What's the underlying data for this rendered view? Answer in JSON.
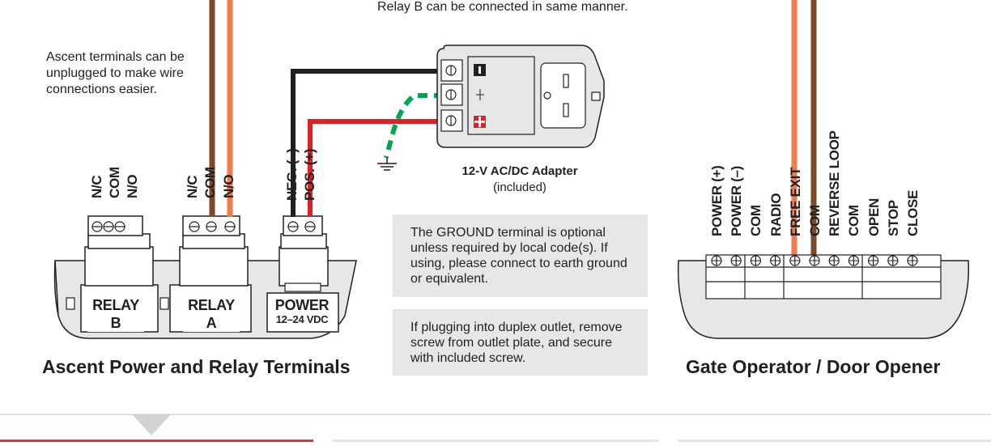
{
  "notes": {
    "relay_b": "Relay B can be connected in same manner.",
    "unplug": "Ascent terminals can be unplugged to make wire connections easier."
  },
  "adapter": {
    "title": "12-V AC/DC Adapter",
    "subtitle": "(included)"
  },
  "info_boxes": {
    "ground": "The GROUND terminal is optional unless required by local code(s). If using, please connect to earth ground or equivalent.",
    "outlet": "If plugging into duplex outlet, remove screw from outlet plate, and secure with included screw."
  },
  "ascent": {
    "caption": "Ascent Power and Relay Terminals",
    "relay_b": {
      "name": "RELAY B",
      "pins": [
        "N/C",
        "COM",
        "N/O"
      ]
    },
    "relay_a": {
      "name": "RELAY A",
      "pins": [
        "N/C",
        "COM",
        "N/O"
      ]
    },
    "power": {
      "name": "POWER",
      "voltage": "12–24 VDC",
      "pins": [
        "NEG. (–)",
        "POS. (+)"
      ]
    }
  },
  "gate": {
    "caption": "Gate Operator / Door Opener",
    "terminals": [
      "POWER (+)",
      "POWER (–)",
      "COM",
      "RADIO",
      "FREE EXIT",
      "COM",
      "REVERSE LOOP",
      "COM",
      "OPEN",
      "STOP",
      "CLOSE"
    ]
  },
  "colors": {
    "brown": "#7a4a2b",
    "orange": "#f07c4b",
    "black": "#231f20",
    "red": "#e01f26",
    "green": "#00a651",
    "grey_box": "#e6e7e8",
    "tab_active": "#e0373e"
  }
}
